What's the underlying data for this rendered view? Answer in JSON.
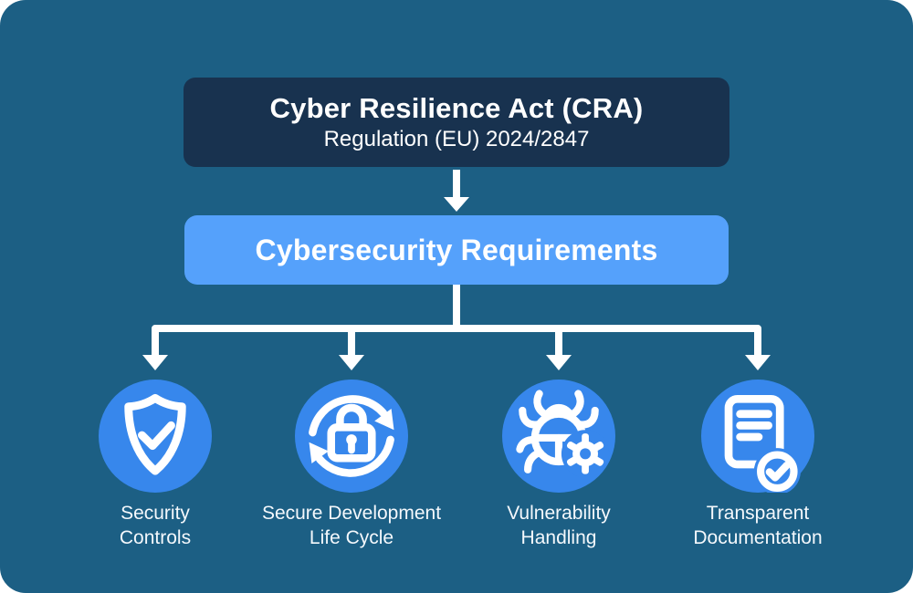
{
  "diagram_title": "Cyber Resilience Act (CRA) overview diagram",
  "colors": {
    "canvas_background": "#1c5f84",
    "root_box_background": "#18324f",
    "mid_box_background": "#55a1fb",
    "node_circle_background": "#3787ec",
    "connector_and_text": "#ffffff"
  },
  "root_box": {
    "title": "Cyber Resilience Act (CRA)",
    "subtitle": "Regulation (EU) 2024/2847"
  },
  "mid_box": {
    "title": "Cybersecurity Requirements"
  },
  "nodes": [
    {
      "icon": "shield-check-icon",
      "line1": "Security",
      "line2": "Controls"
    },
    {
      "icon": "lock-lifecycle-icon",
      "line1": "Secure Development",
      "line2": "Life Cycle"
    },
    {
      "icon": "bug-gear-icon",
      "line1": "Vulnerability",
      "line2": "Handling"
    },
    {
      "icon": "document-check-icon",
      "line1": "Transparent",
      "line2": "Documentation"
    }
  ]
}
